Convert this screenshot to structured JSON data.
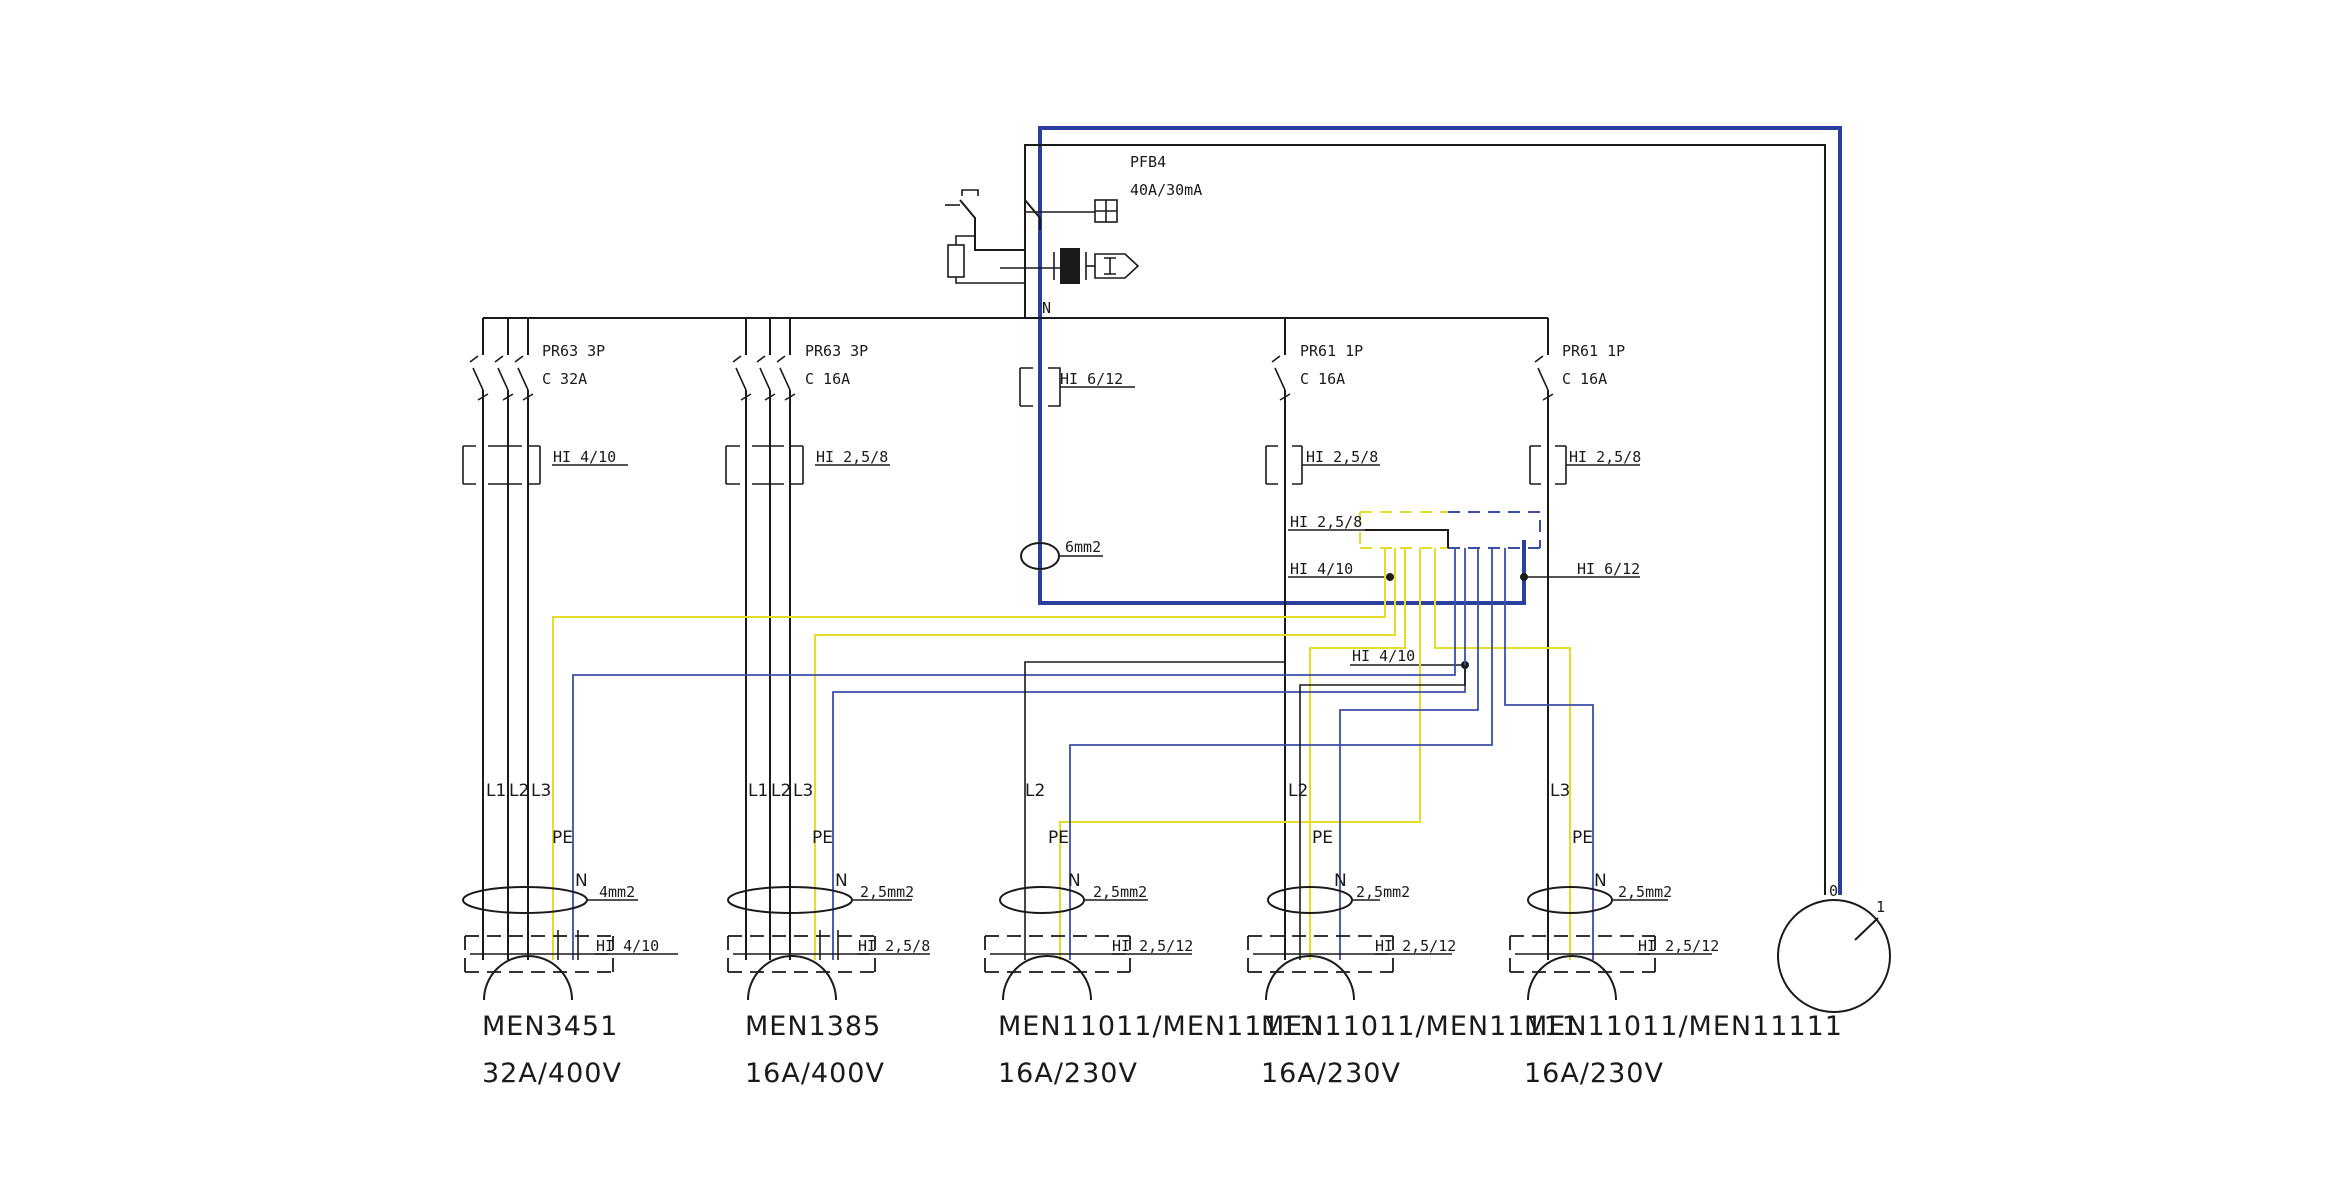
{
  "rcd": {
    "name": "PFB4",
    "rating": "40A/30mA",
    "neutral_label": "N"
  },
  "breakers": [
    {
      "name": "PR63 3P",
      "rating": "C 32A"
    },
    {
      "name": "PR63 3P",
      "rating": "C 16A"
    },
    {
      "name": "PR61 1P",
      "rating": "C 16A"
    },
    {
      "name": "PR61 1P",
      "rating": "C 16A"
    }
  ],
  "neutral_terminal": "HI 6/12",
  "cable_6mm": "6mm2",
  "breaker_terminals": [
    "HI 4/10",
    "HI 2,5/8",
    "HI 2,5/8",
    "HI 2,5/8"
  ],
  "distribution": {
    "pe_bar_label": "HI 2,5/8",
    "pe_main_label": "HI 4/10",
    "n_main_label": "HI 6/12",
    "middle_label": "HI 4/10"
  },
  "sockets": [
    {
      "wires": [
        "L1",
        "L2",
        "L3",
        "PE",
        "N"
      ],
      "cable": "4mm2",
      "terminal": "HI 4/10",
      "model": "MEN3451",
      "rating": "32A/400V"
    },
    {
      "wires": [
        "L1",
        "L2",
        "L3",
        "PE",
        "N"
      ],
      "cable": "2,5mm2",
      "terminal": "HI 2,5/8",
      "model": "MEN1385",
      "rating": "16A/400V"
    },
    {
      "wires": [
        "L2",
        "PE",
        "N"
      ],
      "cable": "2,5mm2",
      "terminal": "HI 2,5/12",
      "model": "MEN11011/MEN11111",
      "rating": "16A/230V"
    },
    {
      "wires": [
        "L2",
        "PE",
        "N"
      ],
      "cable": "2,5mm2",
      "terminal": "HI 2,5/12",
      "model": "MEN11011/MEN11111",
      "rating": "16A/230V"
    },
    {
      "wires": [
        "L3",
        "PE",
        "N"
      ],
      "cable": "2,5mm2",
      "terminal": "HI 2,5/12",
      "model": "MEN11011/MEN11111",
      "rating": "16A/230V"
    }
  ],
  "switch": {
    "pos0": "0",
    "pos1": "1"
  },
  "colors": {
    "black": "#1a1a1a",
    "blue": "#2b3f9e",
    "yellow": "#e6dc2a"
  }
}
